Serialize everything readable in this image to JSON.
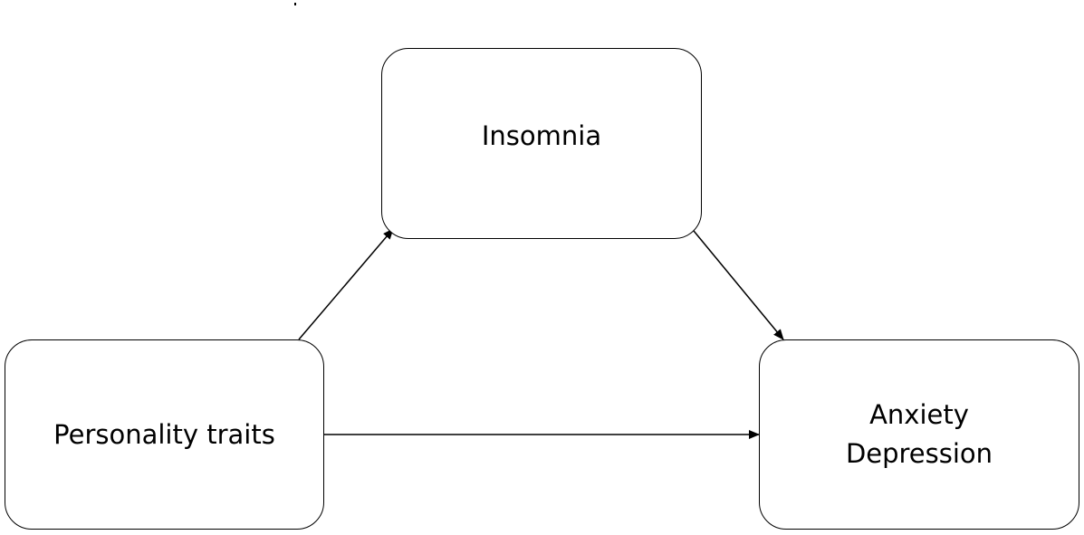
{
  "diagram": {
    "nodes": {
      "insomnia": {
        "label": "Insomnia"
      },
      "personality": {
        "label": "Personality traits"
      },
      "outcome": {
        "lines": [
          "Anxiety",
          "Depression"
        ]
      }
    },
    "edges": [
      {
        "from": "personality",
        "to": "insomnia"
      },
      {
        "from": "insomnia",
        "to": "outcome"
      },
      {
        "from": "personality",
        "to": "outcome"
      }
    ],
    "colors": {
      "stroke": "#000000",
      "background": "#ffffff",
      "text": "#000000"
    }
  }
}
